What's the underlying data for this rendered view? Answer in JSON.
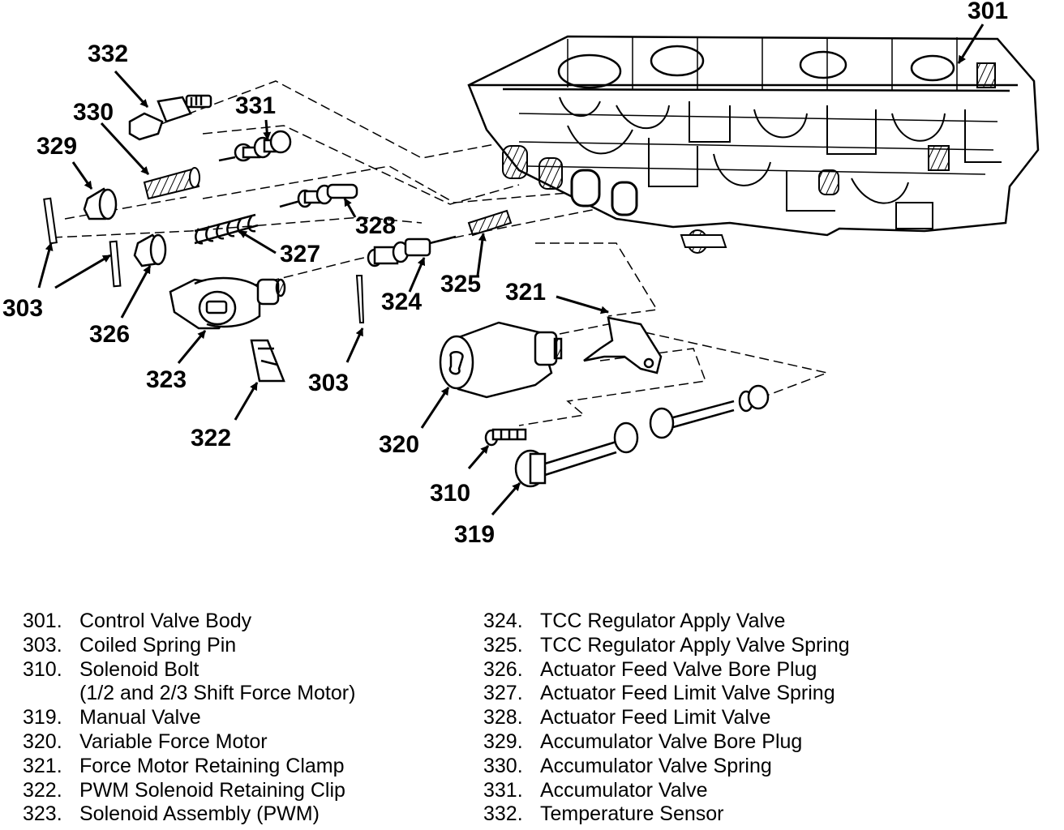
{
  "callouts": {
    "c301": "301",
    "c332": "332",
    "c330": "330",
    "c331": "331",
    "c329": "329",
    "c328": "328",
    "c327": "327",
    "c325": "325",
    "c324": "324",
    "c321": "321",
    "c303a": "303",
    "c303b": "303",
    "c326": "326",
    "c323": "323",
    "c322": "322",
    "c320": "320",
    "c310": "310",
    "c319": "319"
  },
  "legend": {
    "left": [
      {
        "num": "301.",
        "desc": "Control Valve Body"
      },
      {
        "num": "303.",
        "desc": "Coiled Spring Pin"
      },
      {
        "num": "310.",
        "desc": "Solenoid Bolt",
        "sub": "(1/2 and 2/3 Shift Force Motor)"
      },
      {
        "num": "319.",
        "desc": "Manual Valve"
      },
      {
        "num": "320.",
        "desc": "Variable Force Motor"
      },
      {
        "num": "321.",
        "desc": "Force Motor Retaining Clamp"
      },
      {
        "num": "322.",
        "desc": "PWM Solenoid Retaining Clip"
      },
      {
        "num": "323.",
        "desc": "Solenoid Assembly (PWM)"
      }
    ],
    "right": [
      {
        "num": "324.",
        "desc": "TCC Regulator Apply Valve"
      },
      {
        "num": "325.",
        "desc": "TCC Regulator Apply Valve Spring"
      },
      {
        "num": "326.",
        "desc": "Actuator Feed Valve Bore Plug"
      },
      {
        "num": "327.",
        "desc": "Actuator Feed Limit Valve Spring"
      },
      {
        "num": "328.",
        "desc": "Actuator Feed Limit Valve"
      },
      {
        "num": "329.",
        "desc": "Accumulator Valve Bore Plug"
      },
      {
        "num": "330.",
        "desc": "Accumulator Valve Spring"
      },
      {
        "num": "331.",
        "desc": "Accumulator Valve"
      },
      {
        "num": "332.",
        "desc": "Temperature Sensor"
      }
    ]
  }
}
